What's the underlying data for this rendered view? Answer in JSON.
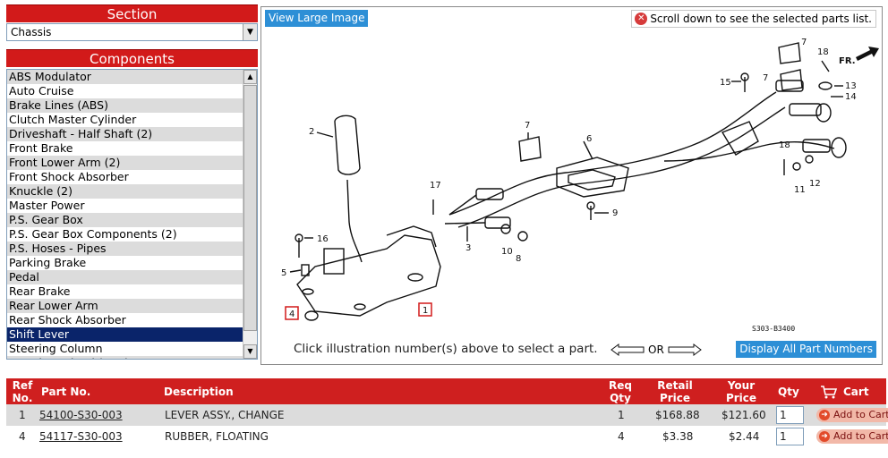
{
  "section": {
    "header": "Section",
    "selected": "Chassis"
  },
  "components": {
    "header": "Components",
    "items": [
      "ABS Modulator",
      "Auto Cruise",
      "Brake Lines (ABS)",
      "Clutch Master Cylinder",
      "Driveshaft - Half Shaft (2)",
      "Front Brake",
      "Front Lower Arm (2)",
      "Front Shock Absorber",
      "Knuckle (2)",
      "Master Power",
      "P.S. Gear Box",
      "P.S. Gear Box Components (2)",
      "P.S. Hoses - Pipes",
      "Parking Brake",
      "Pedal",
      "Rear Brake",
      "Rear Lower Arm",
      "Rear Shock Absorber",
      "Shift Lever",
      "Steering Column",
      "Steering Wheel (SRS)"
    ],
    "selected_index": 18
  },
  "diagram": {
    "view_large_label": "View Large Image",
    "scroll_note": "Scroll down to see the selected parts list.",
    "hint": "Click illustration number(s) above to select a part.",
    "or_label": "OR",
    "display_all_label": "Display All Part Numbers",
    "code": "S303-B3400",
    "fr_label": "FR.",
    "callouts": [
      "1",
      "2",
      "3",
      "4",
      "5",
      "6",
      "7",
      "7",
      "7",
      "8",
      "9",
      "10",
      "11",
      "12",
      "13",
      "14",
      "15",
      "16",
      "17",
      "18",
      "18"
    ]
  },
  "table": {
    "headers": {
      "ref_1": "Ref",
      "ref_2": "No.",
      "part_no": "Part No.",
      "description": "Description",
      "req_1": "Req",
      "req_2": "Qty",
      "retail_1": "Retail",
      "retail_2": "Price",
      "your_1": "Your",
      "your_2": "Price",
      "qty": "Qty",
      "cart": "Cart"
    },
    "rows": [
      {
        "ref": "1",
        "part_no": "54100-S30-003",
        "description": "LEVER ASSY., CHANGE",
        "req_qty": "1",
        "retail": "$168.88",
        "your": "$121.60",
        "qty": "1",
        "add": "Add to Cart"
      },
      {
        "ref": "4",
        "part_no": "54117-S30-003",
        "description": "RUBBER, FLOATING",
        "req_qty": "4",
        "retail": "$3.38",
        "your": "$2.44",
        "qty": "1",
        "add": "Add to Cart"
      }
    ]
  },
  "colors": {
    "header_red": "#d21a1a",
    "button_blue": "#2d8fd6",
    "selection_navy": "#0a246a",
    "alt_row_gray": "#dcdcdc"
  }
}
